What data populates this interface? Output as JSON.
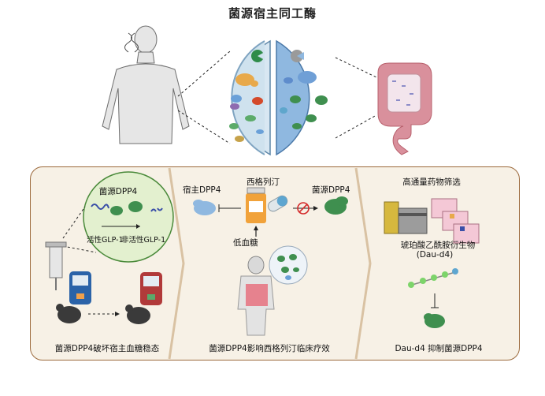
{
  "title": "菌源宿主同工酶",
  "panel1": {
    "bubble_title": "菌源DPP4",
    "active_glp": "活性GLP-1",
    "inactive_glp": "非活性GLP-1",
    "caption": "菌源DPP4破坏宿主血糖稳态"
  },
  "panel2": {
    "host_dpp4": "宿主DPP4",
    "drug": "西格列汀",
    "bacterial_dpp4": "菌源DPP4",
    "hypoglycemia": "低血糖",
    "caption": "菌源DPP4影响西格列汀临床疗效"
  },
  "panel3": {
    "screen_title": "高通量药物筛选",
    "compound_name": "琥珀酸乙酰胺衍生物",
    "compound_code": "(Dau-d4)",
    "caption": "Dau-d4 抑制菌源DPP4"
  },
  "colors": {
    "panel_border": "#9c6a3c",
    "panel_fill": "#f7f1e6",
    "bubble_fill": "#e3f0cf",
    "bubble_border": "#4a8a3a",
    "gut_pink": "#d9909c",
    "host_blue": "#8fb8e0",
    "bacteria_green": "#3f8f4f"
  }
}
